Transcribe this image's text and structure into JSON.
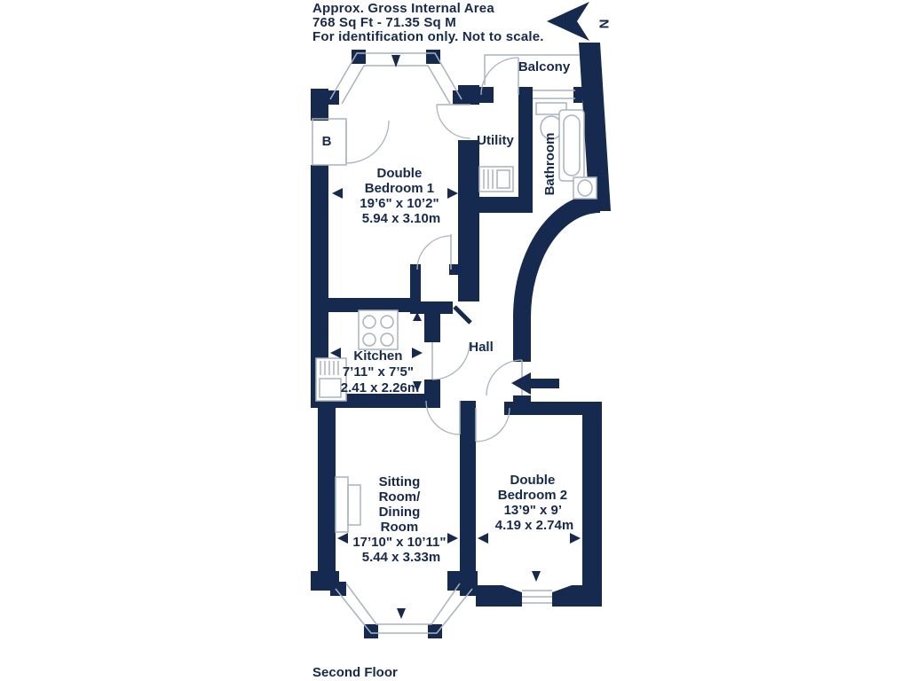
{
  "header": {
    "line1": "Approx. Gross Internal Area",
    "line2": "768 Sq Ft  -  71.35 Sq M",
    "line3": "For identification only. Not to scale."
  },
  "compass": {
    "letter": "N"
  },
  "floor_label": "Second Floor",
  "rooms": {
    "bedroom1": {
      "lines": [
        "Double",
        "Bedroom 1",
        "19’6\" x 10’2\"",
        "5.94 x 3.10m"
      ]
    },
    "bedroom2": {
      "lines": [
        "Double",
        "Bedroom 2",
        "13’9\" x 9’",
        "4.19 x 2.74m"
      ]
    },
    "kitchen": {
      "lines": [
        "Kitchen",
        "7’11\" x 7’5\"",
        "2.41 x 2.26m"
      ]
    },
    "sitting": {
      "lines": [
        "Sitting",
        "Room/",
        "Dining",
        "Room",
        "17’10\" x 10’11\"",
        "5.44 x 3.33m"
      ]
    },
    "hall": {
      "label": "Hall"
    },
    "utility": {
      "label": "Utility"
    },
    "balcony": {
      "label": "Balcony"
    },
    "bathroom": {
      "label": "Bathroom"
    },
    "boiler": {
      "label": "B"
    }
  },
  "colors": {
    "wall": "#152a4e",
    "line": "#a9b2c0",
    "bg": "#ffffff"
  }
}
